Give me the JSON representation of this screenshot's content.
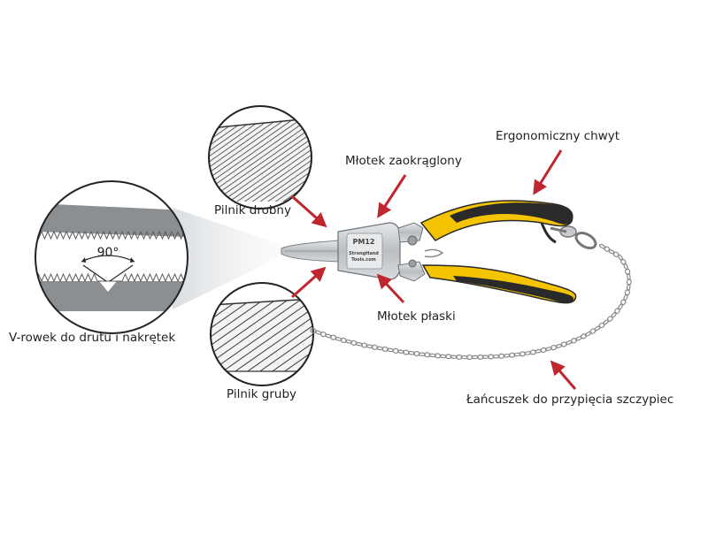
{
  "labels": {
    "fine_file": "Pilnik drobny",
    "rounded_hammer": "Młotek zaokrąglony",
    "ergonomic_grip": "Ergonomiczny chwyt",
    "v_groove": "V-rowek do drutu i nakrętek",
    "coarse_file": "Pilnik gruby",
    "flat_hammer": "Młotek płaski",
    "chain": "Łańcuszek do przypięcia szczypiec"
  },
  "angle": {
    "value_text": "90°"
  },
  "tool_marking": {
    "model": "PM12",
    "brand_line1": "StrongHand",
    "brand_line2": "Tools.com"
  },
  "colors": {
    "arrow": "#c0262f",
    "handle_yellow": "#f5c400",
    "handle_black": "#2a2a2a",
    "steel": "#bfc4c8",
    "chain": "#8a8a8a"
  },
  "icons": [
    "arrow-icon"
  ]
}
